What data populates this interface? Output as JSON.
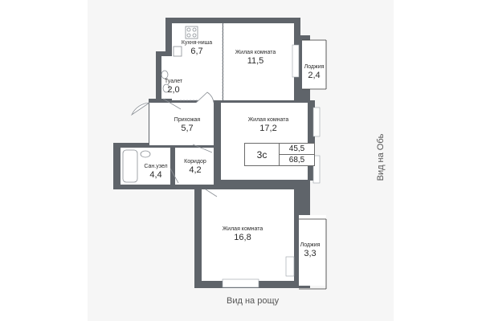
{
  "plan": {
    "apartment_type": "3с",
    "living_area": "45,5",
    "total_area": "68,5",
    "colors": {
      "wall": "#5f646a",
      "room": "#ffffff",
      "background": "#f6f6f6"
    },
    "rooms": [
      {
        "name": "Кухня-ниша",
        "area": "6,7"
      },
      {
        "name": "Жилая комната",
        "area": "11,5"
      },
      {
        "name": "Лоджия",
        "area": "2,4"
      },
      {
        "name": "Туалет",
        "area": "2,0"
      },
      {
        "name": "Прихожая",
        "area": "5,7"
      },
      {
        "name": "Жилая комната",
        "area": "17,2"
      },
      {
        "name": "Сан.узел",
        "area": "4,4"
      },
      {
        "name": "Коридор",
        "area": "4,2"
      },
      {
        "name": "Жилая комната",
        "area": "16,8"
      },
      {
        "name": "Лоджия",
        "area": "3,3"
      }
    ],
    "views": {
      "right": "Вид на Обь",
      "bottom": "Вид на рощу"
    }
  }
}
